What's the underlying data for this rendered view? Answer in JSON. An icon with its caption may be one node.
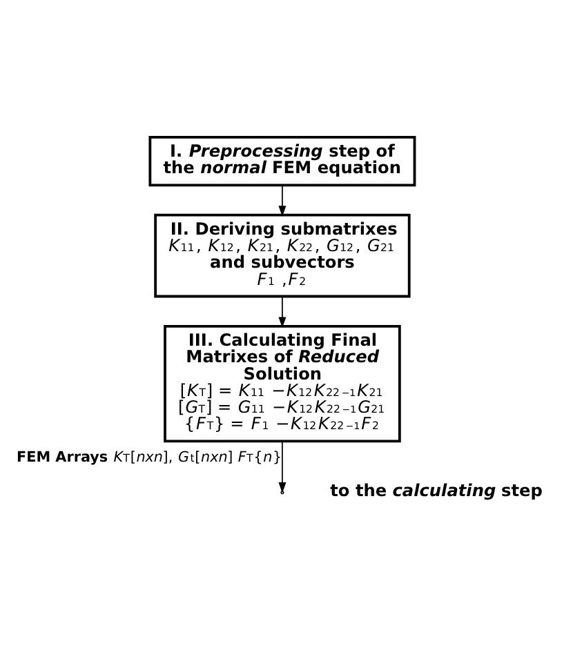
{
  "diagram": {
    "nodes": [
      {
        "text": [
          "I. *Preprocessing* step of the *normal* FEM equation"
        ]
      },
      {
        "text": [
          "II. Deriving submatrixes",
          "*K*$_{11}$, *K*$_{12}$, *K*$_{21}$, *K*$_{22}$, *G*$_{12}$, *G*$_{21}$",
          "and subvectors",
          "*F*$_{1}$ ,*F*$_{2}$"
        ]
      },
      {
        "text": [
          "III. Calculating Final Matrixes of *Reduced* Solution",
          "[*K*$_{T}$] = *K*$_{11}$ −*K*$_{12}$*K*$_{22}$$^{−1}$*K*$_{21}$",
          "[*G*$_{T}$] = *G*$_{11}$ −*K*$_{12}$*K*$_{22}$$^{−1}$*G*$_{21}$",
          "{*F*$_{T}$} = *F*$_{1}$ −*K*$_{12}$*K*$_{22}$$^{−1}$*F*$_{2}$"
        ]
      }
    ],
    "edges": [
      {
        "from": 0,
        "to": 1,
        "arrow": "to"
      },
      {
        "from": 1,
        "to": 2,
        "arrow": "to"
      },
      {
        "from": 2,
        "to": null,
        "arrow": "to",
        "label": "**FEM Arrays** *K*$_{T}$[*nxn*], *G*$_{t}$[*nxn*] *F*$_{T}${*n*}"
      }
    ],
    "labels": [
      "to the *calculating* step"
    ]
  }
}
